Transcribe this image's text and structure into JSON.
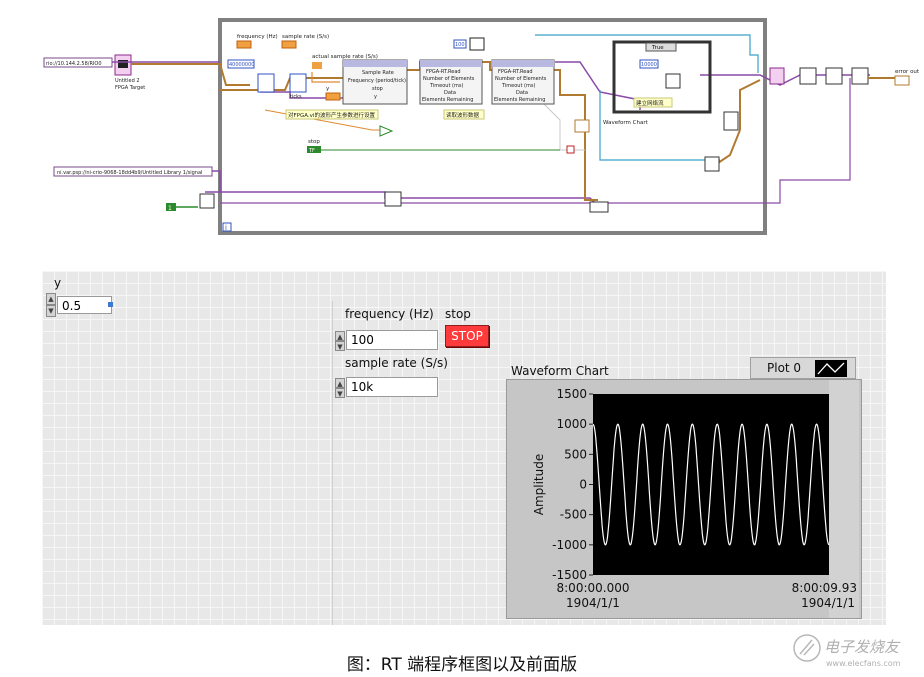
{
  "block_diagram": {
    "ip_resource": "rio://10.144.2.58/RIO0",
    "fpga_target": [
      "Untitled 2",
      "FPGA Target"
    ],
    "shared_var_path": "ni.var.psp://ni-crio-9068-18dd4b9/Untitled Library 1/signal",
    "constant_clock": "40000000",
    "frequency_label": "frequency (Hz)",
    "sample_rate_label": "sample rate (S/s)",
    "actual_rate_label": "actual sample rate (S/s)",
    "ticks_label": "ticks",
    "y_label": "y",
    "stop_label": "stop",
    "stop_const": "TF",
    "property_node_items": [
      "Sample Rate",
      "Frequency (period/tick)",
      "stop",
      "y"
    ],
    "read_node_1": {
      "title": "FPGA-RT.Read",
      "items": [
        "Number of Elements",
        "Timeout (ms)",
        "Data",
        "Elements Remaining"
      ]
    },
    "read_node_2": {
      "title": "FPGA-RT.Read",
      "items": [
        "Number of Elements",
        "Timeout (ms)",
        "Data",
        "Elements Remaining"
      ]
    },
    "const_100": "100",
    "const_10000": "10000",
    "case_true": "True",
    "case_label": "建立网络流",
    "comment_1": "对FPGA.vi的波形产生参数进行设置",
    "comment_2": "读取波形数据",
    "waveform_chart_label": "Waveform Chart",
    "error_out_label": "error out",
    "icon_i": "i",
    "one_const": "1"
  },
  "front_panel": {
    "y": {
      "label": "y",
      "value": "0.5"
    },
    "frequency": {
      "label": "frequency (Hz)",
      "value": "100"
    },
    "stop": {
      "label": "stop",
      "button_text": "STOP"
    },
    "sample_rate": {
      "label": "sample rate (S/s)",
      "value": "10k"
    }
  },
  "chart_data": {
    "type": "line",
    "title": "Waveform Chart",
    "legend": "Plot 0",
    "ylabel": "Amplitude",
    "ylim": [
      -1500,
      1500
    ],
    "yticks": [
      "1500",
      "1000",
      "500",
      "0",
      "-500",
      "-1000",
      "-1500"
    ],
    "x_start_label": [
      "8:00:00.000",
      "1904/1/1"
    ],
    "x_end_label": [
      "8:00:09.93",
      "1904/1/1"
    ],
    "series": [
      {
        "name": "Plot 0",
        "amplitude": 1000,
        "cycles": 9.5
      }
    ],
    "colors": {
      "background": "#000000",
      "trace": "#ffffff"
    }
  },
  "caption": "图：RT 端程序框图以及前面版",
  "watermark": [
    "电子发烧友",
    "www.elecfans.com"
  ]
}
